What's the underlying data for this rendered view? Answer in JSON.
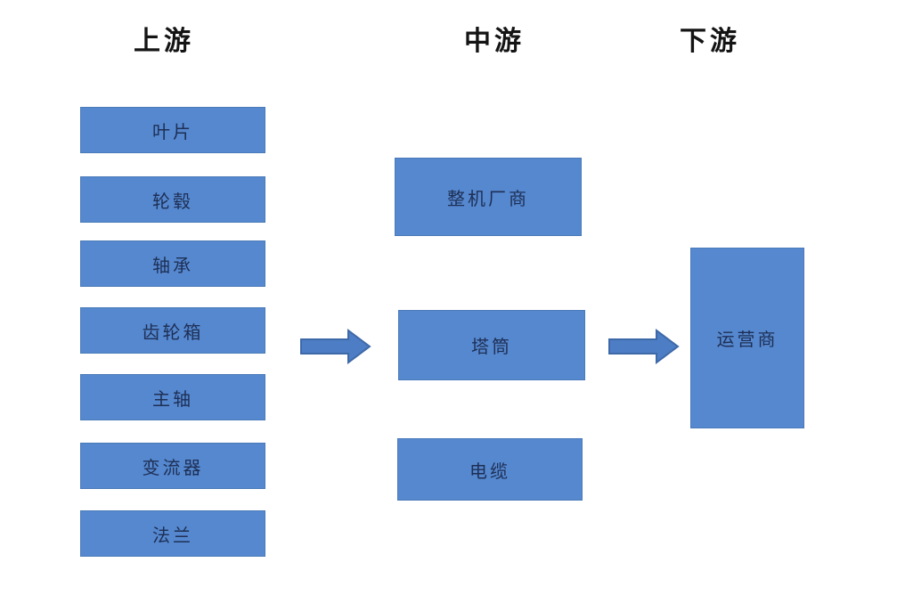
{
  "diagram": {
    "columns": [
      {
        "id": "upstream",
        "header": "上游",
        "items": [
          "叶片",
          "轮毂",
          "轴承",
          "齿轮箱",
          "主轴",
          "变流器",
          "法兰"
        ]
      },
      {
        "id": "midstream",
        "header": "中游",
        "items": [
          "整机厂商",
          "塔筒",
          "电缆"
        ]
      },
      {
        "id": "downstream",
        "header": "下游",
        "items": [
          "运营商"
        ]
      }
    ],
    "arrows": [
      {
        "from": "上游",
        "to": "中游"
      },
      {
        "from": "中游",
        "to": "下游"
      }
    ],
    "colors": {
      "box_fill": "#5588cf",
      "box_border": "#4a7ab8",
      "arrow_fill": "#4d7dc4",
      "arrow_border": "#3e69a8",
      "box_text": "#1e2f55",
      "header_text": "#141414"
    }
  }
}
